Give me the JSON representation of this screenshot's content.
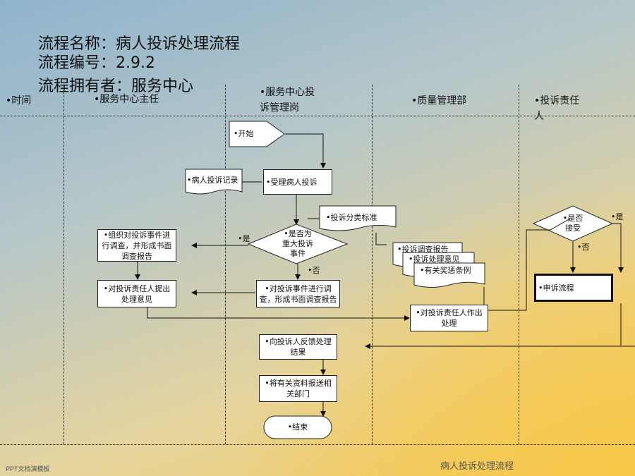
{
  "header": {
    "line1": "流程名称：病人投诉处理流程",
    "line2": "流程编号：2.9.2",
    "line3": "流程拥有者：服务中心"
  },
  "lanes": {
    "time": "•时间",
    "director": "•服务中心主任",
    "staff_line1": "•服务中心投",
    "staff_line2": "诉管理岗",
    "quality": "•质量管理部",
    "responsible_line1": "•投诉责任",
    "responsible_line2": "人"
  },
  "nodes": {
    "start": "•开始",
    "record": "•病人投诉记录",
    "receive": "•受理病人投诉",
    "standard": "•投诉分类标准",
    "major_q": [
      "•是否为",
      "重大投诉",
      "事件"
    ],
    "organize": "•组织对投诉事件进行调查，并形成书面调查报告",
    "propose": "•对投诉责任人提出处理意见",
    "investigate": "•对投诉事件进行调查，形成书面调查报告",
    "doc1": "•投诉调查报告",
    "doc2": "•投诉处理意见",
    "doc3": "•有关奖惩条例",
    "decide": "•对投诉责任人作出处理",
    "accept_q": [
      "•是否",
      "接受"
    ],
    "appeal": "•申诉流程",
    "feedback": "•向投诉人反馈处理结果",
    "send": "•将有关资料报送相关部门",
    "end": "•结束"
  },
  "labels": {
    "yes1": "•是",
    "no1": "•否",
    "yes2": "•是",
    "no2": "•否"
  },
  "footer": {
    "left": "PPT文档演模板",
    "right": "病人投诉处理流程"
  }
}
